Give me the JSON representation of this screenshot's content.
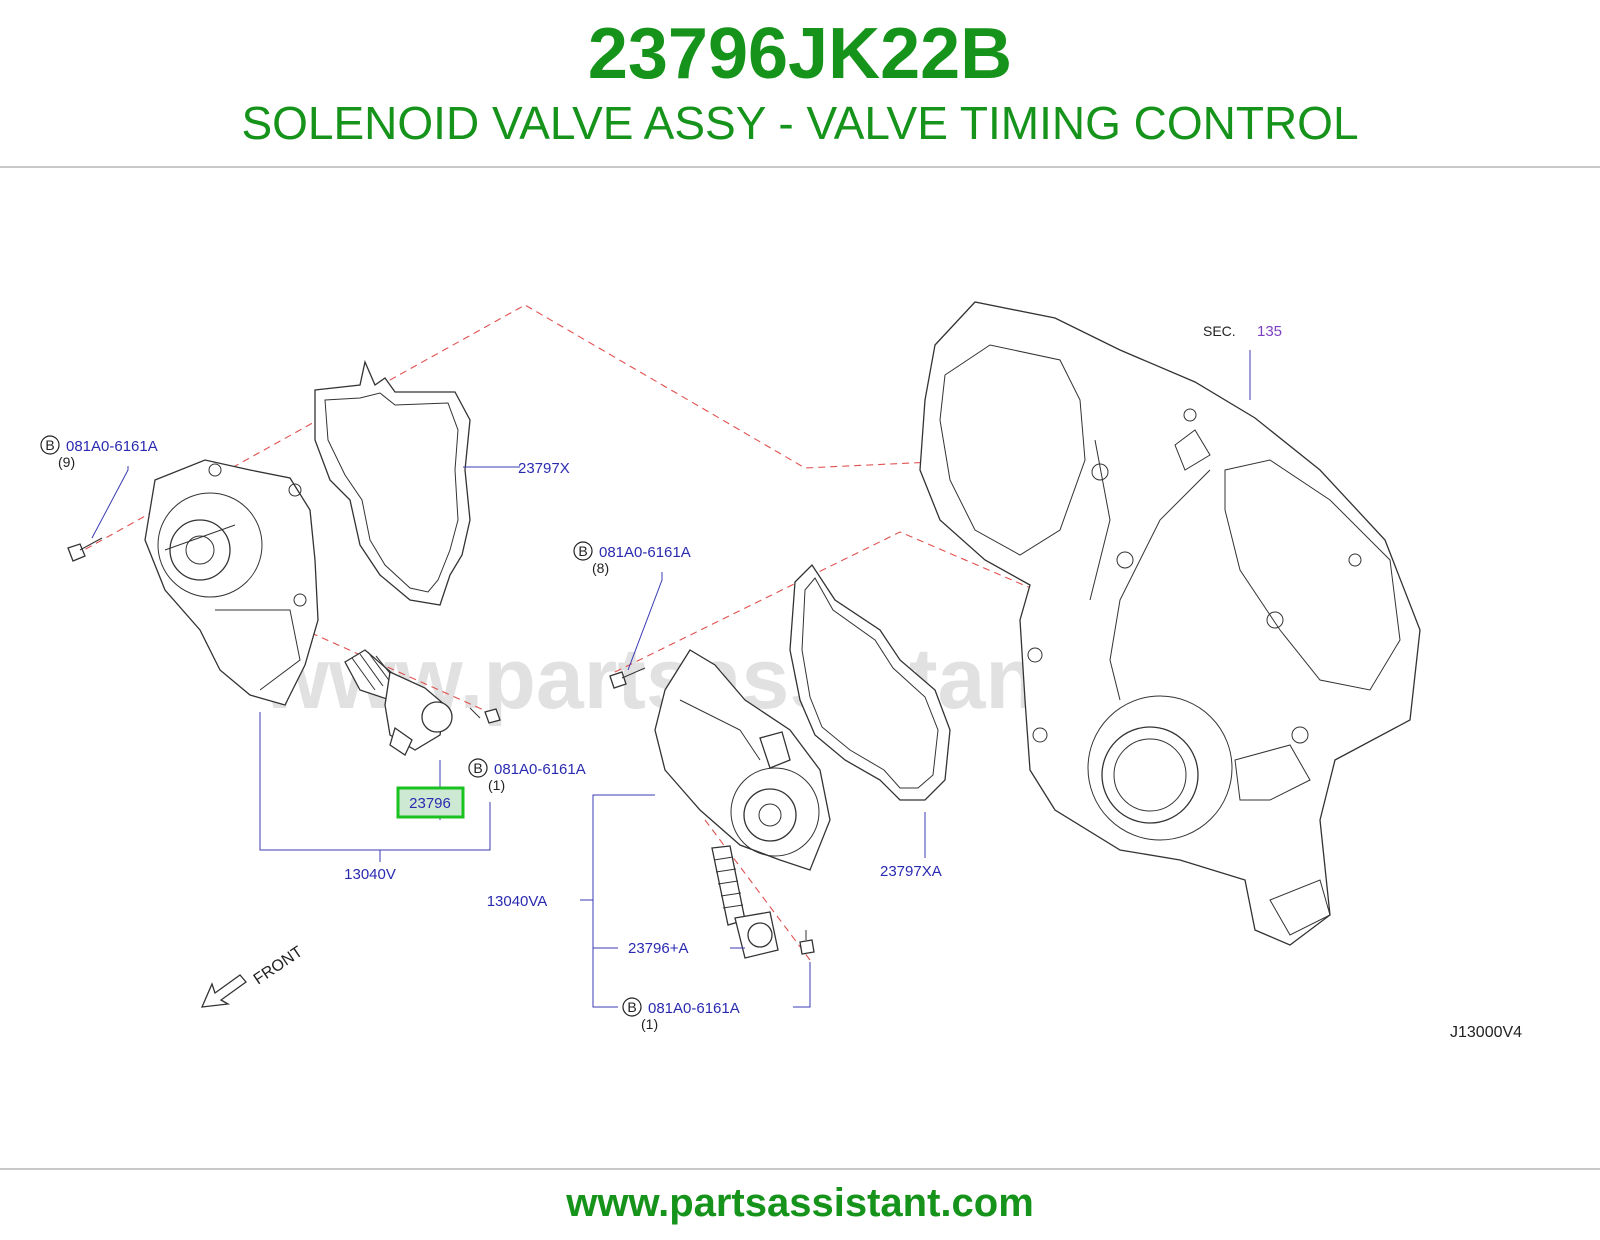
{
  "header": {
    "part_number": "23796JK22B",
    "description": "SOLENOID VALVE ASSY - VALVE TIMING CONTROL"
  },
  "diagram": {
    "labels": {
      "bolt_b_left": "081A0-6161A",
      "bolt_b_left_qty": "(9)",
      "gasket_left": "23797X",
      "bolt_b_mid": "081A0-6161A",
      "bolt_b_mid_qty": "(8)",
      "bolt_b_valve": "081A0-6161A",
      "bolt_b_valve_qty": "(1)",
      "highlighted_part": "23796",
      "assy_left": "13040V",
      "assy_right": "13040VA",
      "valve_right": "23796+A",
      "bolt_b_bottom": "081A0-6161A",
      "bolt_b_bottom_qty": "(1)",
      "gasket_right": "23797XA",
      "sec_prefix": "SEC.",
      "sec_number": "135",
      "front": "FRONT",
      "drawing_code": "J13000V4",
      "b_marker": "B"
    },
    "watermark": "www.partsassistant.com",
    "colors": {
      "title_green": "#16931a",
      "label_blue": "#2a2ab0",
      "highlight_green": "#19c21f",
      "highlight_fill": "#cde8d3",
      "phantom_red": "#e05050"
    }
  },
  "footer": {
    "url": "www.partsassistant.com"
  }
}
